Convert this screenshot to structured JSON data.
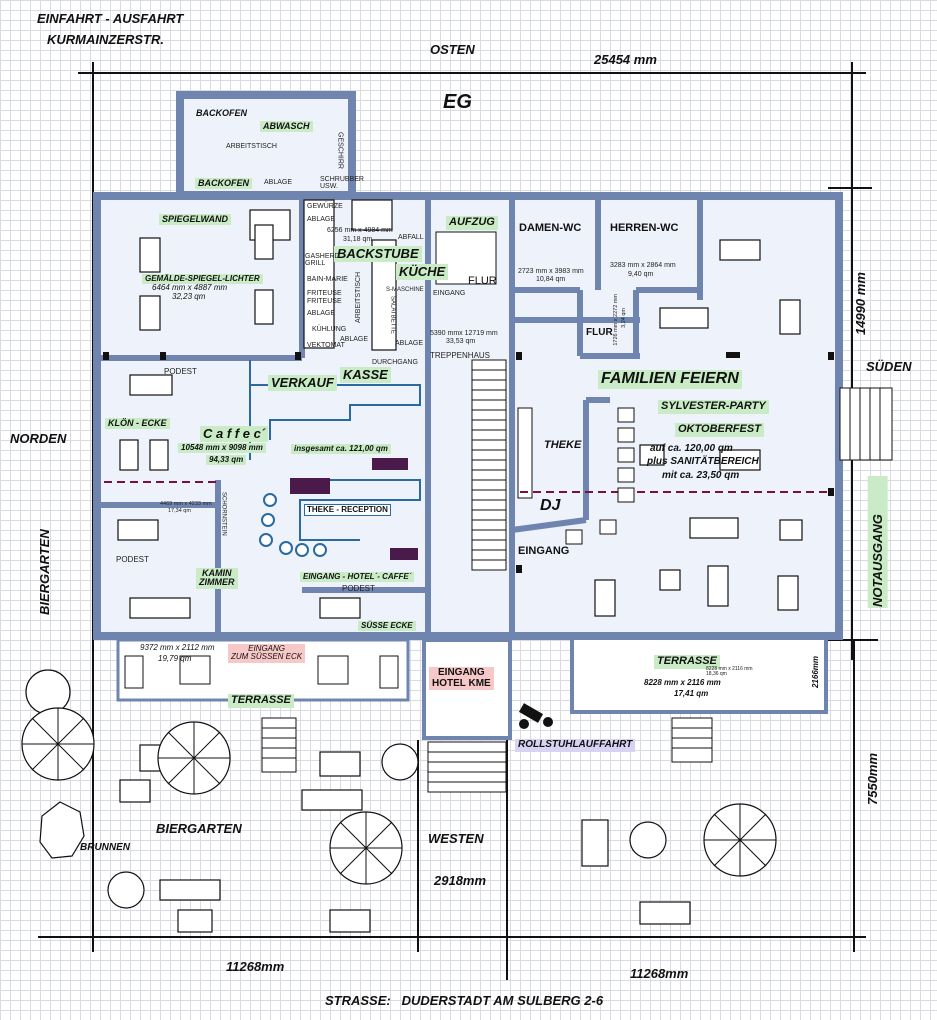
{
  "header": {
    "title_line1": "EINFAHRT - AUSFAHRT",
    "title_line2": "KURMAINZERSTR.",
    "floor": "EG"
  },
  "compass": {
    "east": "OSTEN",
    "south": "SÜDEN",
    "north": "NORDEN",
    "west": "WESTEN"
  },
  "dimensions": {
    "top_width": "25454 mm",
    "right_upper": "14990 mm",
    "right_lower": "7550mm",
    "bottom_left": "11268mm",
    "bottom_right": "11268mm",
    "entrance_width": "2918mm"
  },
  "footer": {
    "street": "STRASSE:   DUDERSTADT AM SULBERG 2-6"
  },
  "rooms": {
    "backofen_top": "BACKOFEN",
    "abwasch": "ABWASCH",
    "arbeitstisch": "ARBEITSTISCH",
    "geschirr": "GESCHIRR",
    "backofen_bottom": "BACKOFEN",
    "ablage_kitchen": "ABLAGE",
    "schrubber": "SCHRUBBER\nUSW.",
    "spiegelwand": "SPIEGELWAND",
    "gemaelde": "GEMÄLDE-SPIEGEL-LICHTER",
    "gemaelde_size": "6464 mm x 4887 mm",
    "gemaelde_area": "32,23 qm",
    "gewuerze": "GEWÜRZE",
    "ablage_a": "ABLAGE",
    "backstube_size": "6256 mm x 4984 mm",
    "backstube_area": "31,18 qm",
    "backstube": "BACKSTUBE",
    "abfall": "ABFALL",
    "gasherd": "GASHERD\nGRILL",
    "bain_marie": "BAIN-MARIE",
    "friteuse1": "FRITEUSE",
    "friteuse2": "FRITEUSE",
    "ablage_b": "ABLAGE",
    "kuehlung": "KÜHLUNG",
    "vektomat": "VEKTOMAT",
    "ablage_c": "ABLAGE",
    "ablage_d": "ABLAGE",
    "arbeitstisch_vert": "ARBEITSTISCH",
    "s_maschine": "S-MASCHINE",
    "salatbette": "SALATBETTE",
    "kueche": "KÜCHE",
    "eingang_small": "EINGANG",
    "aufzug": "AUFZUG",
    "flur1": "FLUR",
    "flur_size": "5390 mmx 12719 mm",
    "flur_area": "33,53 qm",
    "treppenhaus": "TREPPENHAUS",
    "damen_wc": "DAMEN-WC",
    "damen_size": "2723 mm x 3983 mm",
    "damen_area": "10,84 qm",
    "herren_wc": "HERREN-WC",
    "herren_size": "3283 mm x 2864 mm",
    "herren_area": "9,40 qm",
    "flur2": "FLUR",
    "flur2_size": "1726 mm x 2272 mm",
    "flur2_area": "3,24 qm",
    "podest1": "PODEST",
    "durchgang": "DURCHGANG",
    "verkauf": "VERKAUF",
    "kasse": "KASSE",
    "kloen_ecke": "KLÖN - ECKE",
    "caffee": "C a f f e c´",
    "caffee_size": "10548 mm x 9098 mm",
    "caffee_area": "94,33 qm",
    "insgesamt": "insgesamt ca. 121,00 qm",
    "theke_reception": "THEKE - RECEPTION",
    "schornstein": "SCHORNSTEIN",
    "small_room_size": "4469 mm x 4233 mm",
    "small_room_area": "17,34 qm",
    "podest2": "PODEST",
    "kamin": "KAMIN\nZIMMER",
    "eingang_hotel_caffee": "EINGANG - HOTEL´- CAFFE´",
    "podest3": "PODEST",
    "suesse_ecke": "SÜSSE ECKE",
    "familien_feiern": "FAMILIEN  FEIERN",
    "sylvester": "SYLVESTER-PARTY",
    "oktoberfest": "OKTOBERFEST",
    "area_note1": "auf ca. 120,00 qm",
    "area_note2": "plus SANITÄTBEREICH",
    "area_note3": "mit ca.  23,50 qm",
    "theke": "THEKE",
    "dj": "DJ",
    "eingang_main": "EINGANG",
    "notausgang": "NOTAUSGANG",
    "terrasse_left_size": "9372 mm x 2112 mm",
    "terrasse_left_area": "19,79 qm",
    "eingang_suessen": "EINGANG\nZUM SÜSSEN ECK",
    "terrasse_left": "TERRASSE",
    "eingang_hotel": "EINGANG\nHOTEL KME",
    "terrasse_right": "TERRASSE",
    "terrasse_right_size": "8228 mm x 2116 mm",
    "terrasse_right_area": "17,41 qm",
    "terrasse_right_tiny": "8228 mm x 2116 mm\n18,36 qm",
    "terrasse_right_depth": "2166mm",
    "rollstuhl": "ROLLSTUHLAUFFAHRT",
    "biergarten_side": "BIERGARTEN",
    "biergarten": "BIERGARTEN",
    "brunnen": "BRUNNEN"
  },
  "colors": {
    "wall": "#6f84ae",
    "floor": "#eef3fb",
    "line": "#111111",
    "green": "#c9ecc6",
    "pink": "#f7c8c8",
    "violet": "#d8d3f2"
  }
}
